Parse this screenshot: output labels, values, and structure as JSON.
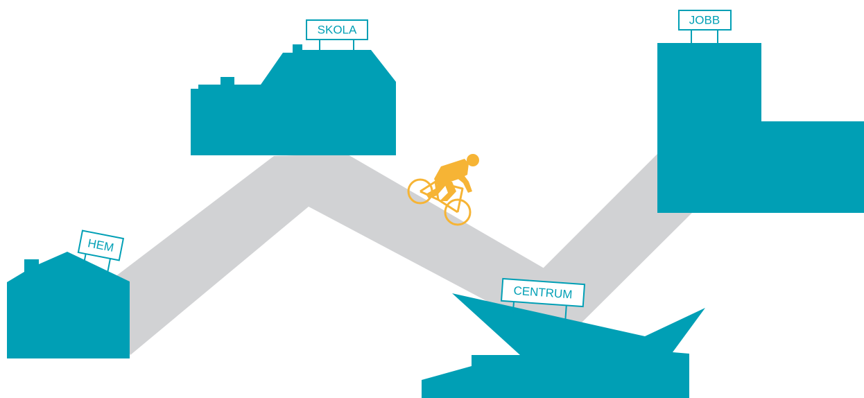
{
  "colors": {
    "background": "#ffffff",
    "building": "#009fb5",
    "road": "#d1d2d4",
    "cyclist": "#f6b435",
    "sign_border": "#009fb5",
    "sign_text": "#009fb5",
    "sign_fill": "#ffffff"
  },
  "signs": {
    "home": "HEM",
    "school": "SKOLA",
    "work": "JOBB",
    "center": "CENTRUM"
  },
  "icons": {
    "cyclist": "mountain-bike-rider-icon"
  }
}
